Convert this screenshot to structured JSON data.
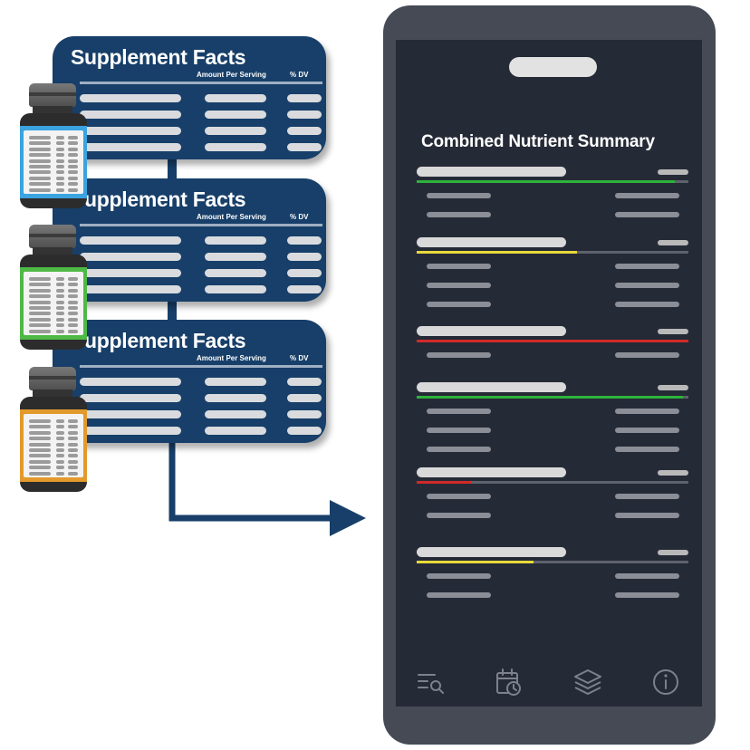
{
  "cards": [
    {
      "title": "Supplement Facts",
      "amount_header": "Amount Per Serving",
      "dv_header": "% DV",
      "rows": 4
    },
    {
      "title": "Supplement Facts",
      "amount_header": "Amount Per Serving",
      "dv_header": "% DV",
      "rows": 4
    },
    {
      "title": "Supplement Facts",
      "amount_header": "Amount Per Serving",
      "dv_header": "% DV",
      "rows": 4
    }
  ],
  "bottles": [
    {
      "name": "blue-bottle",
      "band_color": "#3aa3e0"
    },
    {
      "name": "green-bottle",
      "band_color": "#4fb946"
    },
    {
      "name": "orange-bottle",
      "band_color": "#e39a2c"
    }
  ],
  "phone": {
    "title": "Combined Nutrient Summary",
    "nutrient_groups": [
      {
        "status_color": "#2eb33a",
        "level": 0.95,
        "sub_rows": 2
      },
      {
        "status_color": "#e8d93a",
        "level": 0.59,
        "sub_rows": 3
      },
      {
        "status_color": "#d02a28",
        "level": 1.0,
        "sub_rows": 1
      },
      {
        "status_color": "#2eb33a",
        "level": 0.98,
        "sub_rows": 3
      },
      {
        "status_color": "#d02a28",
        "level": 0.2,
        "sub_rows": 2
      },
      {
        "status_color": "#e8d93a",
        "level": 0.43,
        "sub_rows": 2
      }
    ],
    "nav_icons": [
      "list-search-icon",
      "calendar-clock-icon",
      "layers-icon",
      "info-icon"
    ]
  },
  "colors": {
    "card_background": "#173f69",
    "arrow": "#173f69",
    "phone_frame": "#454a55",
    "phone_screen": "#252a37"
  }
}
